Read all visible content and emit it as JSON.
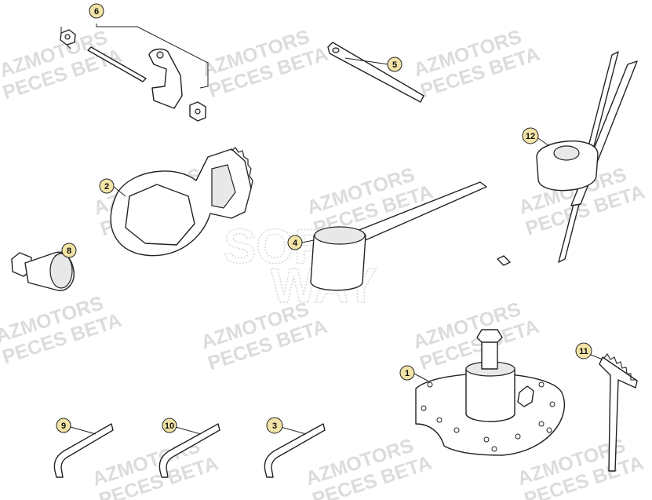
{
  "watermarks": {
    "line1": "AZMOTORS",
    "line2": "PECES BETA",
    "centre1": "SOFT",
    "centre2": "WAY"
  },
  "callouts": [
    "1",
    "2",
    "3",
    "4",
    "5",
    "6",
    "8",
    "9",
    "10",
    "11",
    "12"
  ],
  "colors": {
    "callout_fill": "#f2e3a6",
    "watermark": "#dcdcdc",
    "line": "#222222"
  }
}
